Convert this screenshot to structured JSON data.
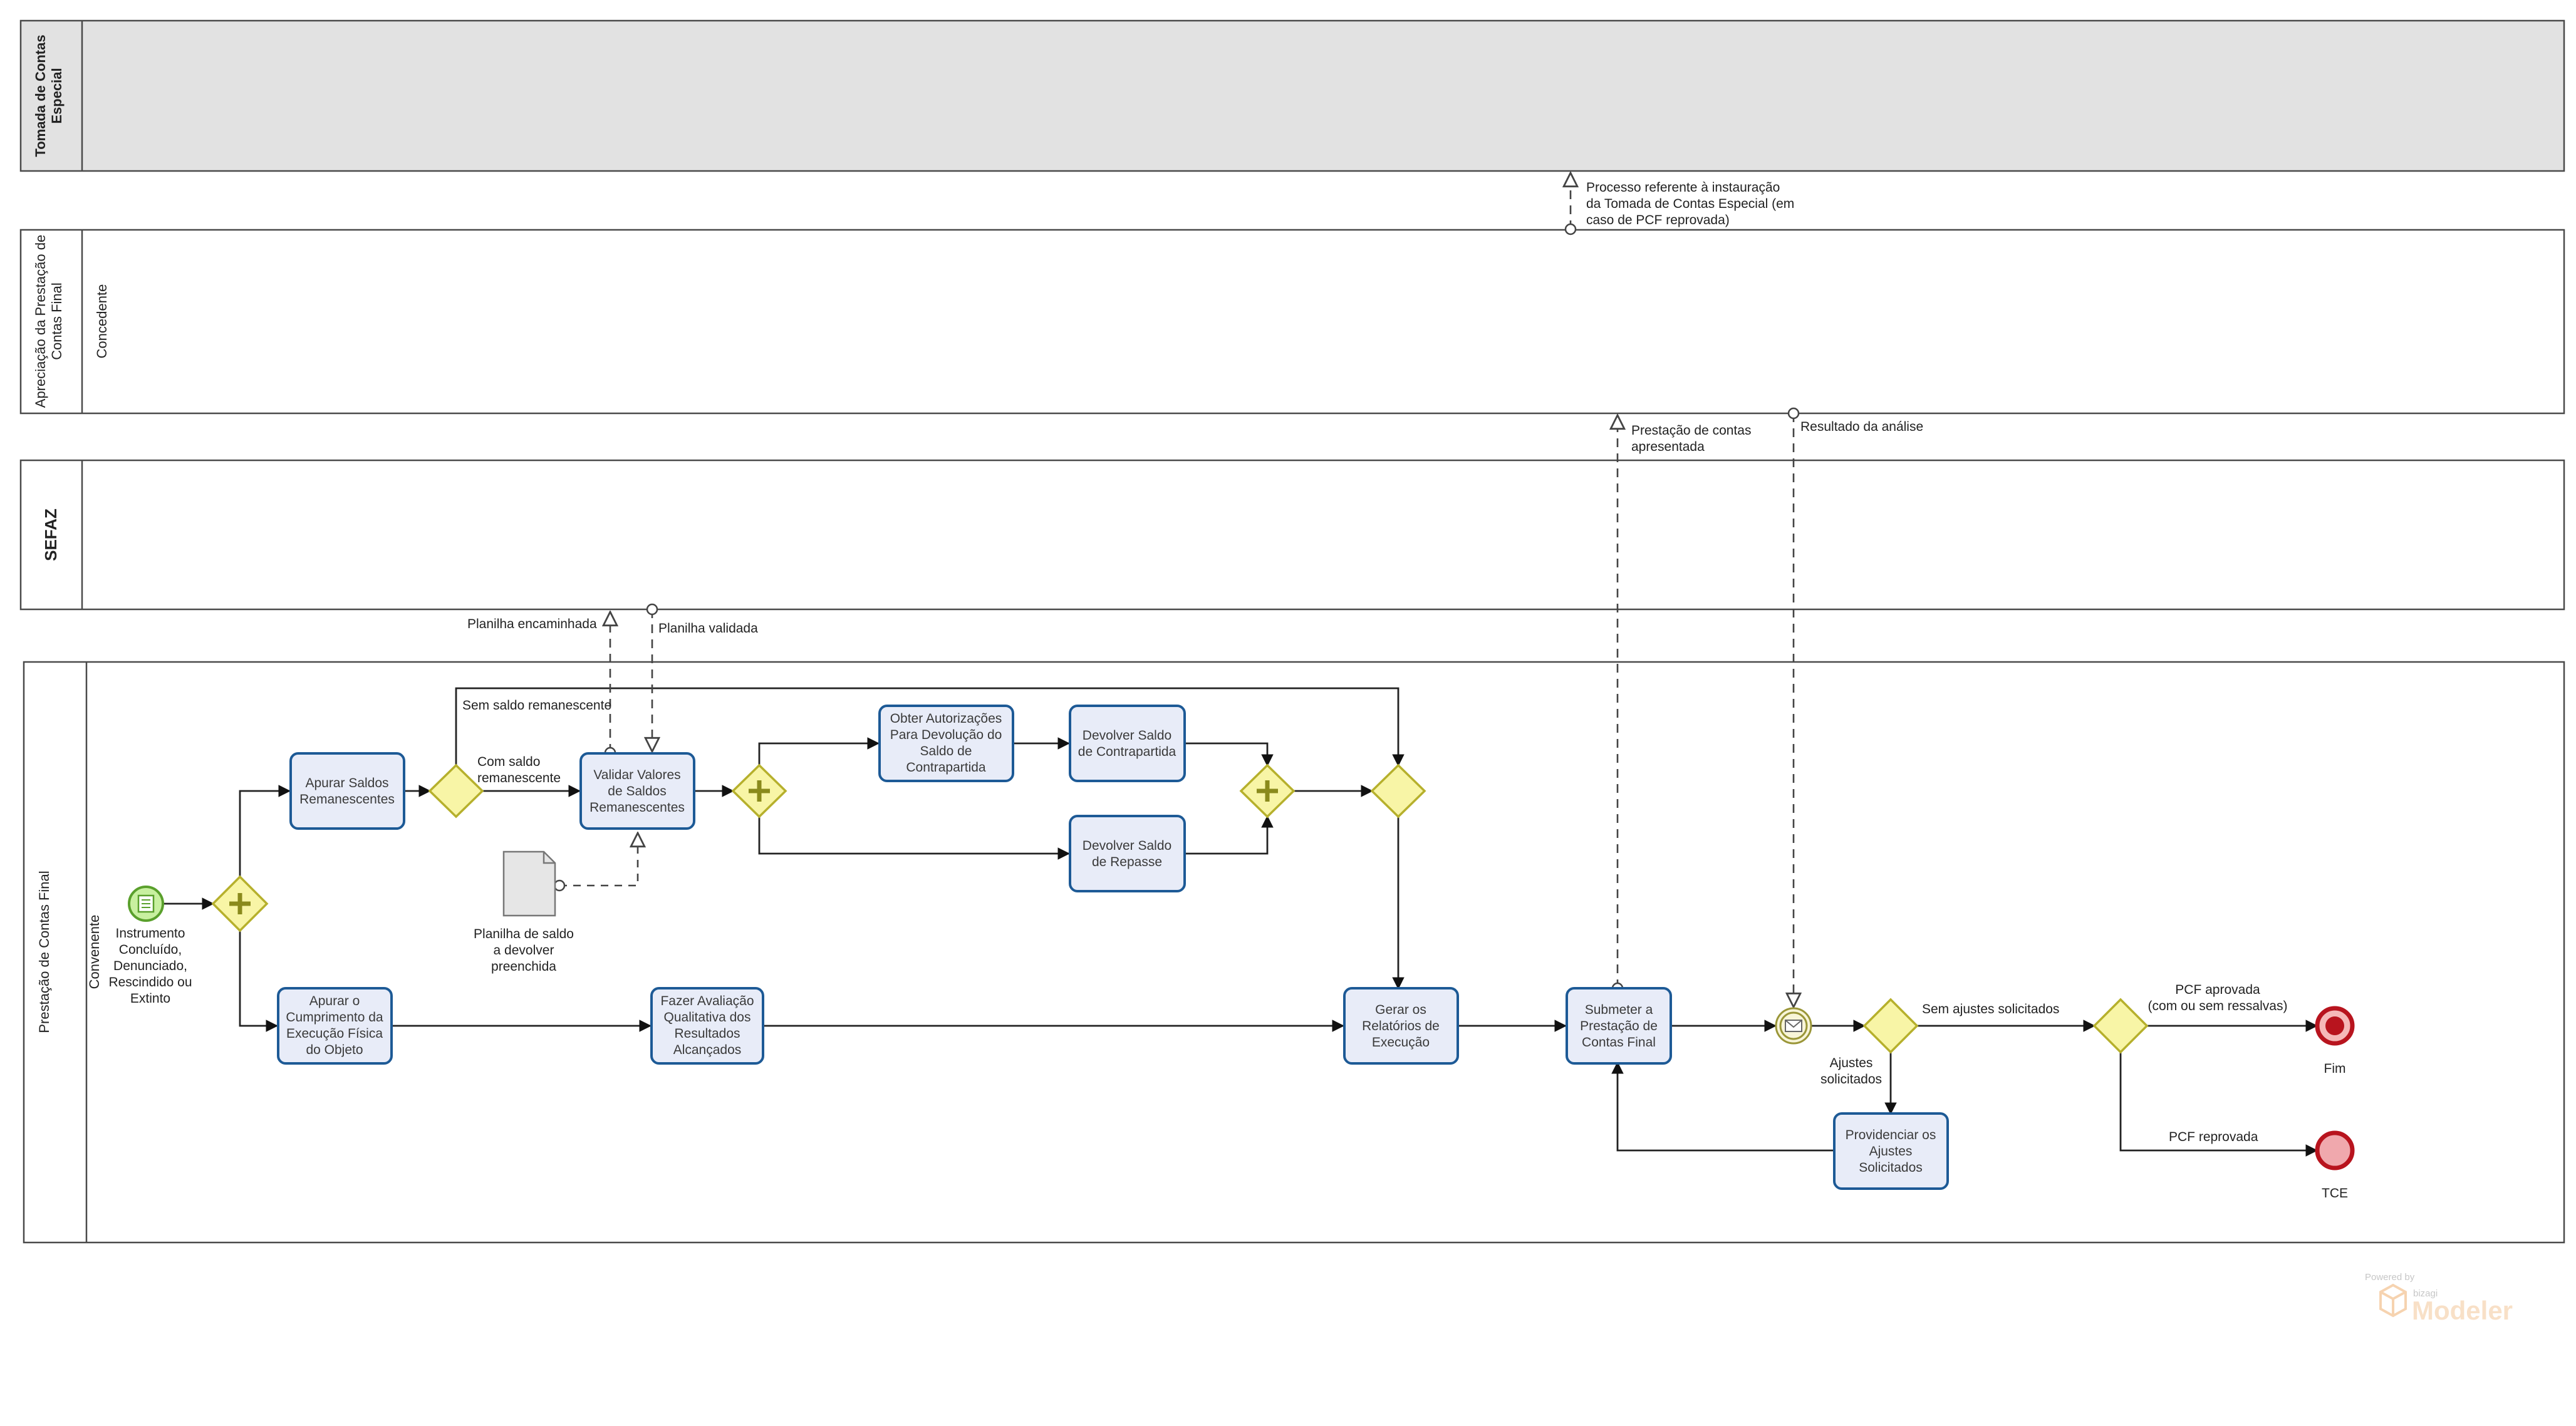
{
  "pools": {
    "tce": "Tomada de Contas Especial",
    "apreciacao": "Apreciação da Prestação de Contas Final",
    "concedente": "Concedente",
    "sefaz": "SEFAZ",
    "prestacao": "Prestação de Contas Final",
    "convenente": "Convenente"
  },
  "tasks": {
    "apurar_saldos": [
      "Apurar Saldos",
      "Remanescentes"
    ],
    "validar_valores": [
      "Validar Valores",
      "de Saldos",
      "Remanescentes"
    ],
    "obter_autorizacoes": [
      "Obter Autorizações",
      "Para Devolução do",
      "Saldo de",
      "Contrapartida"
    ],
    "devolver_contrapartida": [
      "Devolver Saldo",
      "de Contrapartida"
    ],
    "devolver_repasse": [
      "Devolver Saldo",
      "de Repasse"
    ],
    "apurar_cumprimento": [
      "Apurar o",
      "Cumprimento da",
      "Execução Física",
      "do Objeto"
    ],
    "fazer_avaliacao": [
      "Fazer Avaliação",
      "Qualitativa dos",
      "Resultados",
      "Alcançados"
    ],
    "gerar_relatorios": [
      "Gerar os",
      "Relatórios de",
      "Execução"
    ],
    "submeter_prestacao": [
      "Submeter a",
      "Prestação de",
      "Contas Final"
    ],
    "providenciar_ajustes": [
      "Providenciar os",
      "Ajustes",
      "Solicitados"
    ]
  },
  "events": {
    "start": [
      "Instrumento",
      "Concluído,",
      "Denunciado,",
      "Rescindido ou",
      "Extinto"
    ],
    "fim": "Fim",
    "tce_end": "TCE"
  },
  "data_object": [
    "Planilha de saldo",
    "a devolver",
    "preenchida"
  ],
  "flow_labels": {
    "sem_saldo": "Sem saldo remanescente",
    "com_saldo": [
      "Com saldo",
      "remanescente"
    ],
    "sem_ajustes": "Sem ajustes solicitados",
    "ajustes": [
      "Ajustes",
      "solicitados"
    ],
    "pcf_aprovada": [
      "PCF aprovada",
      "(com ou sem ressalvas)"
    ],
    "pcf_reprovada": "PCF reprovada"
  },
  "message_labels": {
    "processo_tce": [
      "Processo referente à instauração",
      "da Tomada de Contas Especial (em",
      "caso de PCF reprovada)"
    ],
    "prestacao_apresentada": [
      "Prestação de contas",
      "apresentada"
    ],
    "resultado_analise": "Resultado da análise",
    "planilha_encaminhada": "Planilha encaminhada",
    "planilha_validada": "Planilha validada"
  },
  "watermark": {
    "powered": "Powered by",
    "brand": "bizagi",
    "product": "Modeler"
  },
  "colors": {
    "task_fill": "#e8ecf8",
    "task_stroke": "#1d5a96",
    "gateway_fill": "#f8f5a6",
    "gateway_stroke": "#b6b02c",
    "pool_header": "#e1e1e1",
    "start_fill": "#c8f0a0",
    "end_stroke": "#b8141e",
    "watermark": "#f3c79a"
  }
}
